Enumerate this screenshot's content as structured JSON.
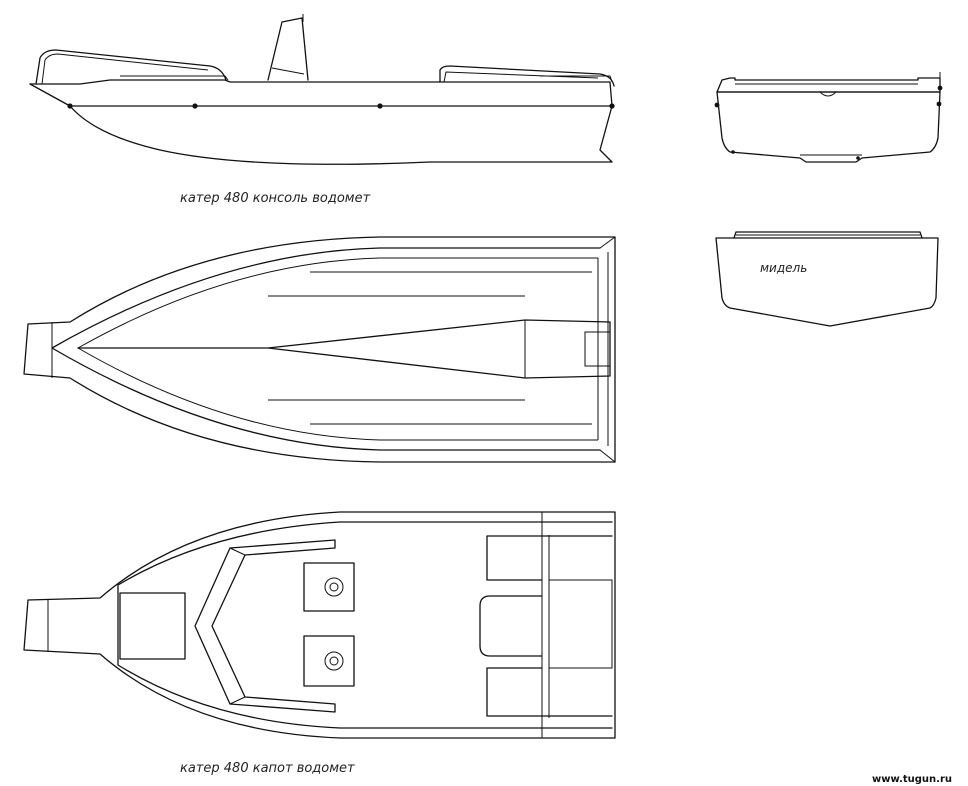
{
  "captions": {
    "console": "катер 480 консоль водомет",
    "hood": "катер 480 капот водомет",
    "midship": "мидель"
  },
  "watermark": "www.tugun.ru",
  "colors": {
    "line": "#111111",
    "background": "#ffffff"
  }
}
